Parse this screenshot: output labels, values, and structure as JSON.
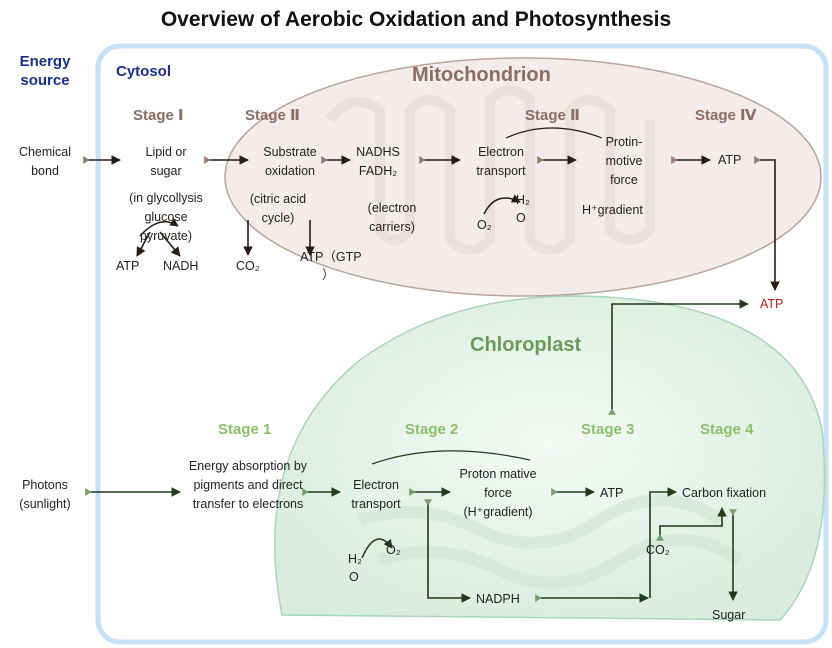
{
  "title": "Overview of Aerobic Oxidation and Photosynthesis",
  "energy_source": "Energy source",
  "cytosol": "Cytosol",
  "mitochondrion": {
    "name": "Mitochondrion",
    "stage1": "Stage Ⅰ",
    "stage2": "Stage Ⅱ",
    "stage3": "Stage Ⅱ",
    "stage4": "Stage Ⅳ",
    "input": "Chemical bond",
    "lipid": "Lipid or sugar",
    "glycolysis": "(in glycollysis glucose pyruvate)",
    "atp_a": "ATP",
    "nadh": "NADH",
    "substrate": "Substrate oxidation",
    "citric": "(citric acid cycle)",
    "co2": "CO₂",
    "atp_gtp": "ATP（GTP",
    "atp_gtp_close": "）",
    "nadhs": "NADHS FADH₂",
    "carriers": "(electron carriers)",
    "electron_transport": "Electron transport",
    "o2": "O₂",
    "h2": "H₂",
    "o": "O",
    "protin": "Protin- motive force",
    "h_gradient": "H⁺gradient",
    "atp_out": "ATP",
    "atp_final": "ATP"
  },
  "chloroplast": {
    "name": "Chloroplast",
    "stage1": "Stage 1",
    "stage2": "Stage 2",
    "stage3": "Stage 3",
    "stage4": "Stage 4",
    "input": "Photons (sunlight)",
    "absorption": "Energy absorption by pigments and direct transfer to electrons",
    "electron_transport": "Electron transport",
    "h2": "H₂",
    "o": "O",
    "o2": "O₂",
    "proton": "Proton mative force (H⁺gradient)",
    "atp": "ATP",
    "nadph": "NADPH",
    "carbon_fixation": "Carbon fixation",
    "co2": "CO₂",
    "sugar": "Sugar"
  },
  "colors": {
    "cytosol_border": "#bcd9f0",
    "mito_fill": "#f2ebe9",
    "mito_stroke": "#b7a19a",
    "chloro_fill": "#e3f1e7",
    "chloro_stroke": "#a9d6b8",
    "arrow_dark": "#3a2520",
    "arrow_green": "#1f3b1a",
    "atp_red": "#b2231a"
  }
}
